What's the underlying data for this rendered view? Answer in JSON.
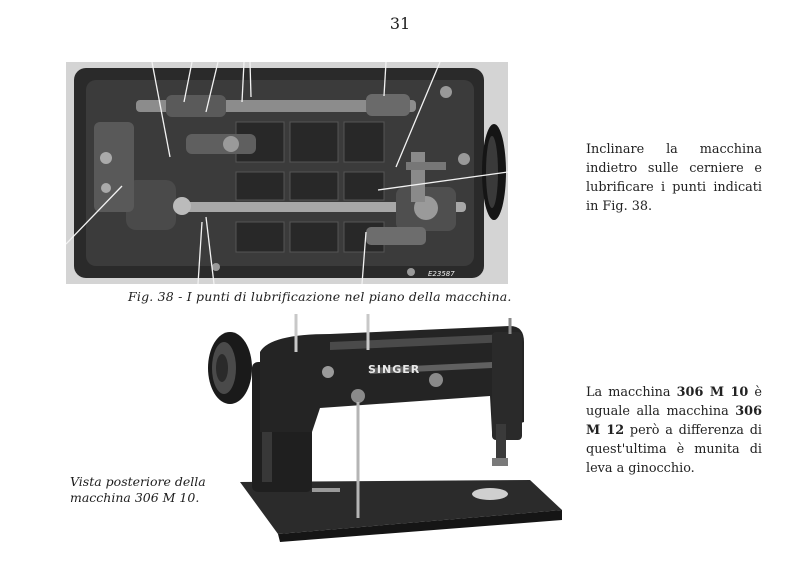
{
  "page": {
    "number": "31"
  },
  "figure38": {
    "stamp": "E23587",
    "caption": "Fig. 38 - I punti di lubrificazione nel piano della macchina."
  },
  "instruction": {
    "text": "Inclinare la macchina indietro sulle cerniere e lubrificare i punti indicati in Fig. 38."
  },
  "rear_view": {
    "brand": "SINGER",
    "caption_line1": "Vista posteriore della",
    "caption_line2": "macchina 306 M 10."
  },
  "model_note": {
    "part1": "La macchina ",
    "model_a": "306 M 10",
    "part2": " è uguale alla macchina ",
    "model_b": "306 M 12",
    "part3": " però a differenza di quest'ultima è munita di leva a ginocchio."
  },
  "colors": {
    "ink": "#1d1d1d",
    "photo_dark": "#202020",
    "photo_mid": "#6a6a6a",
    "photo_light": "#cfcfcf"
  }
}
